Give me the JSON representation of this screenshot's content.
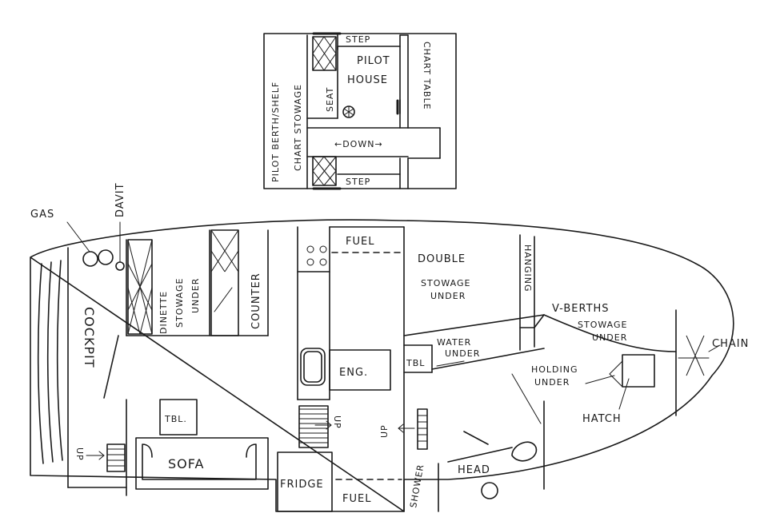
{
  "labels": {
    "step_top": "STEP",
    "step_bottom": "STEP",
    "pilot": "PILOT",
    "house": "HOUSE",
    "chart_table": "CHART TABLE",
    "seat": "SEAT",
    "pilot_berth": "PILOT BERTH/SHELF",
    "chart_stowage": "CHART STOWAGE",
    "down": "←DOWN→",
    "gas": "GAS",
    "davit": "DAVIT",
    "dinette": "DINETTE",
    "dinette_stowage": "STOWAGE",
    "dinette_under": "UNDER",
    "counter": "COUNTER",
    "fuel_top": "FUEL",
    "fuel_bottom": "FUEL",
    "double": "DOUBLE",
    "double_stowage": "STOWAGE",
    "double_under": "UNDER",
    "hanging": "HANGING",
    "v_berths": "V-BERTHS",
    "v_stowage": "STOWAGE",
    "v_under": "UNDER",
    "chain": "CHAIN",
    "cockpit": "COCKPIT",
    "eng": "ENG.",
    "tbl_small": "TBL",
    "water": "WATER",
    "water_under": "UNDER",
    "holding": "HOLDING",
    "holding_under": "UNDER",
    "hatch": "HATCH",
    "tbl": "TBL.",
    "sofa": "SOFA",
    "fridge": "FRIDGE",
    "head": "HEAD",
    "shower": "SHOWER",
    "up_left": "UP",
    "up_mid": "UP",
    "up_right": "UP"
  }
}
